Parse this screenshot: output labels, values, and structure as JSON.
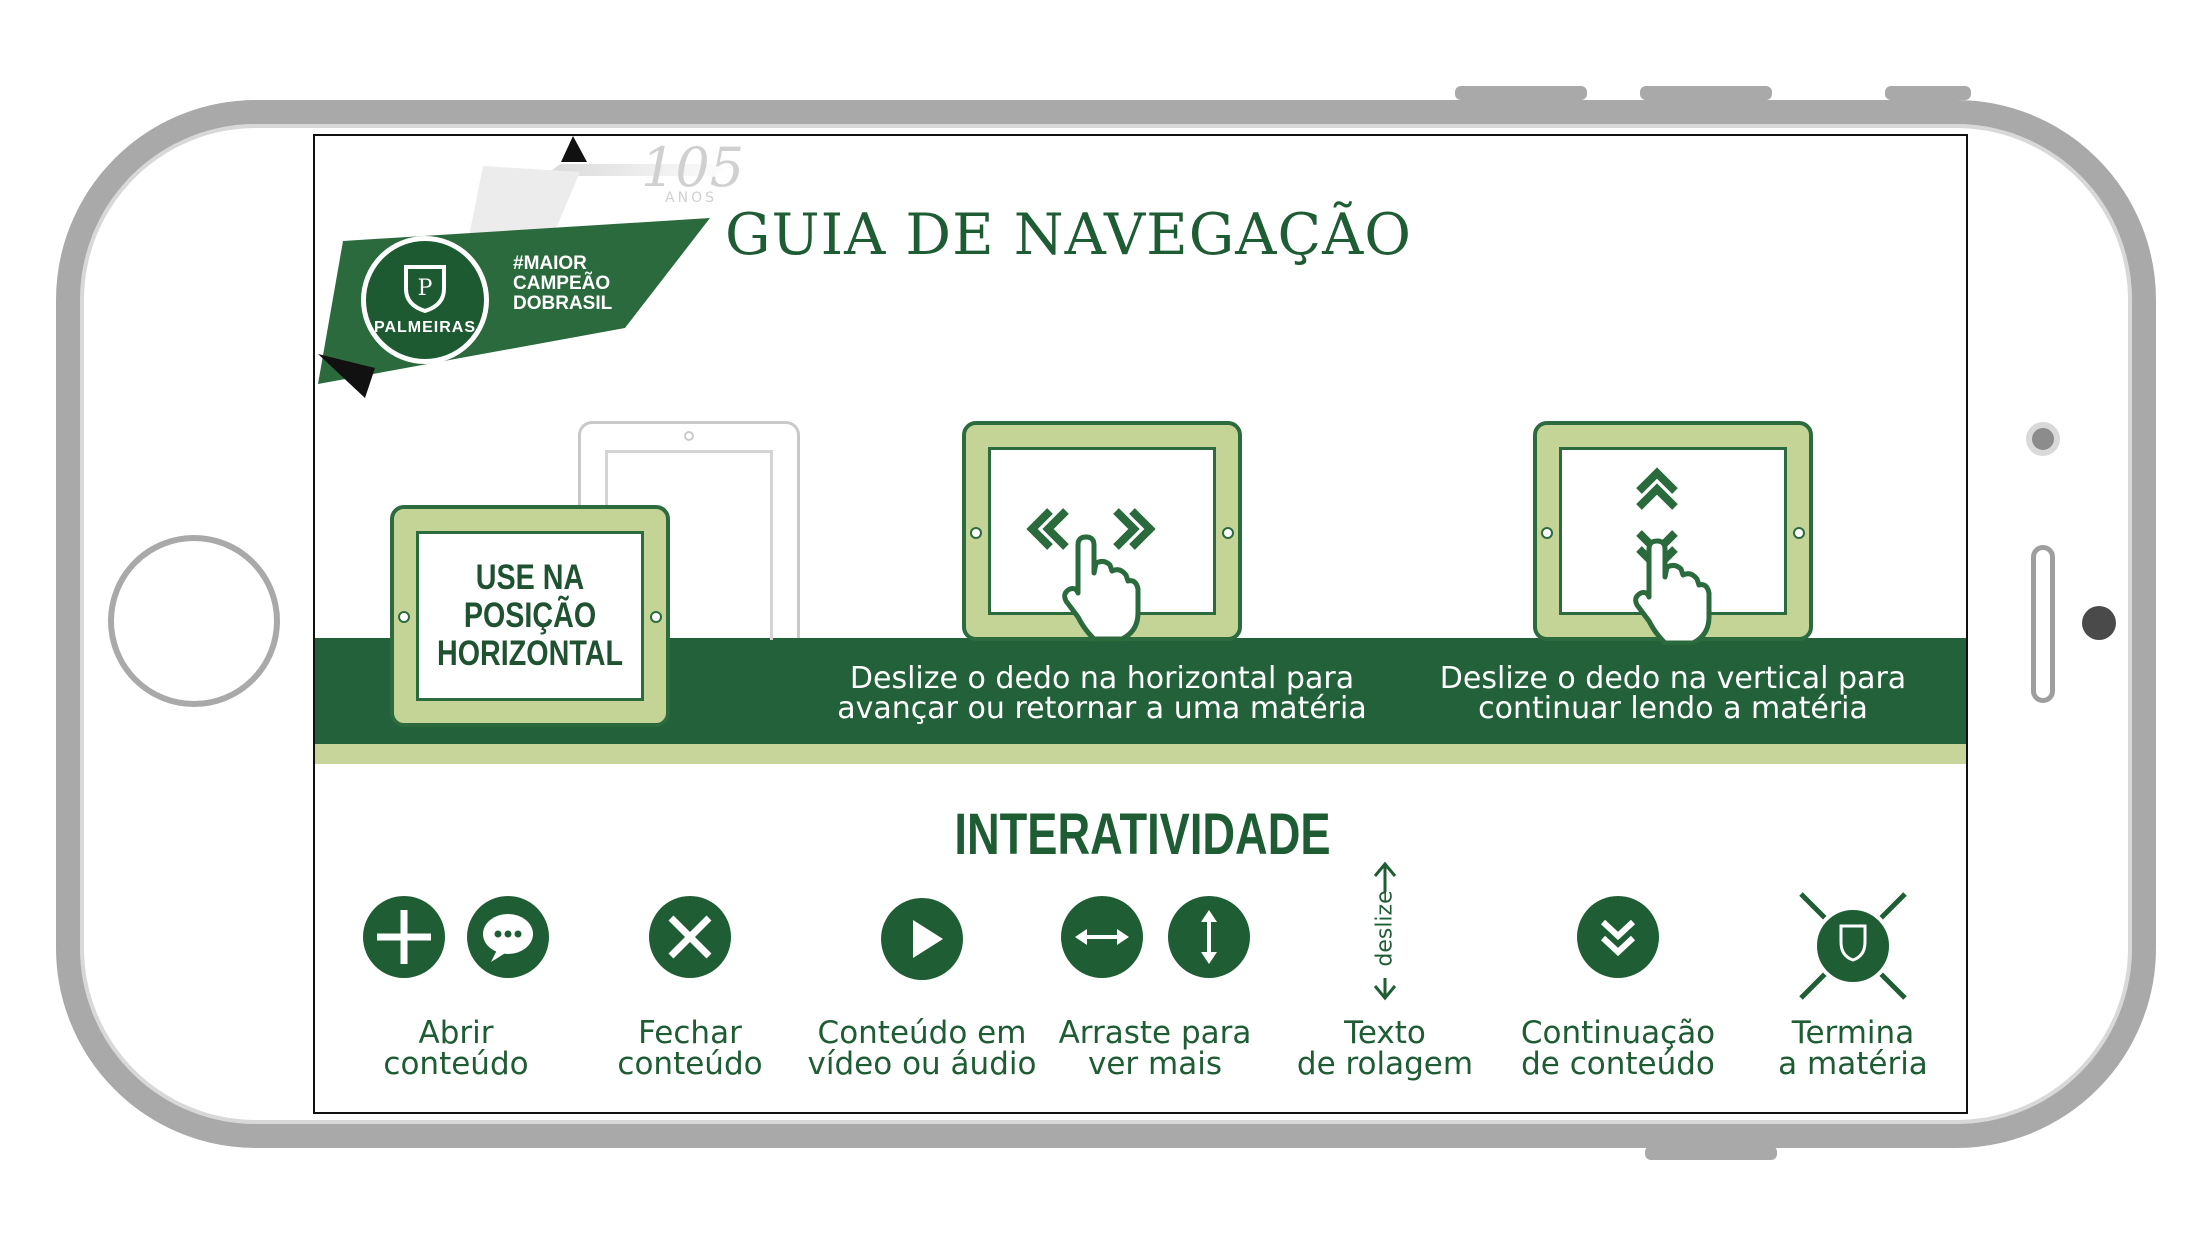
{
  "header": {
    "title": "GUIA DE NAVEGAÇÃO",
    "anniversary": "105",
    "anniversary_sub": "ANOS",
    "slogan": "#MAIOR\nCAMPEÃO\nDOBRASIL",
    "logo_text": "PALMEIRAS"
  },
  "tablets": [
    {
      "text": "USE NA\nPOSIÇÃO\nHORIZONTAL",
      "caption": ""
    },
    {
      "icon": "swipe-horizontal-icon",
      "caption": "Deslize o dedo na horizontal para\navançar ou retornar a uma matéria"
    },
    {
      "icon": "swipe-vertical-icon",
      "caption": "Deslize o dedo na vertical para\ncontinuar lendo a matéria"
    }
  ],
  "interactivity": {
    "title": "INTERATIVIDADE",
    "scroll_word": "deslize",
    "items": [
      {
        "icons": [
          "plus-icon",
          "speech-bubble-icon"
        ],
        "label": "Abrir\nconteúdo"
      },
      {
        "icons": [
          "close-icon"
        ],
        "label": "Fechar\nconteúdo"
      },
      {
        "icons": [
          "play-icon"
        ],
        "label": "Conteúdo em\nvídeo ou áudio"
      },
      {
        "icons": [
          "horizontal-arrows-icon",
          "vertical-arrows-icon"
        ],
        "label": "Arraste para\nver mais"
      },
      {
        "icons": [
          "scroll-arrow-icon"
        ],
        "label": "Texto\nde rolagem"
      },
      {
        "icons": [
          "chevron-down-double-icon"
        ],
        "label": "Continuação\nde conteúdo"
      },
      {
        "icons": [
          "crossed-logo-icon"
        ],
        "label": "Termina\na matéria"
      }
    ]
  },
  "colors": {
    "dark_green": "#23613b",
    "light_green": "#c4d396",
    "frame_gray": "#a9a9a9"
  }
}
